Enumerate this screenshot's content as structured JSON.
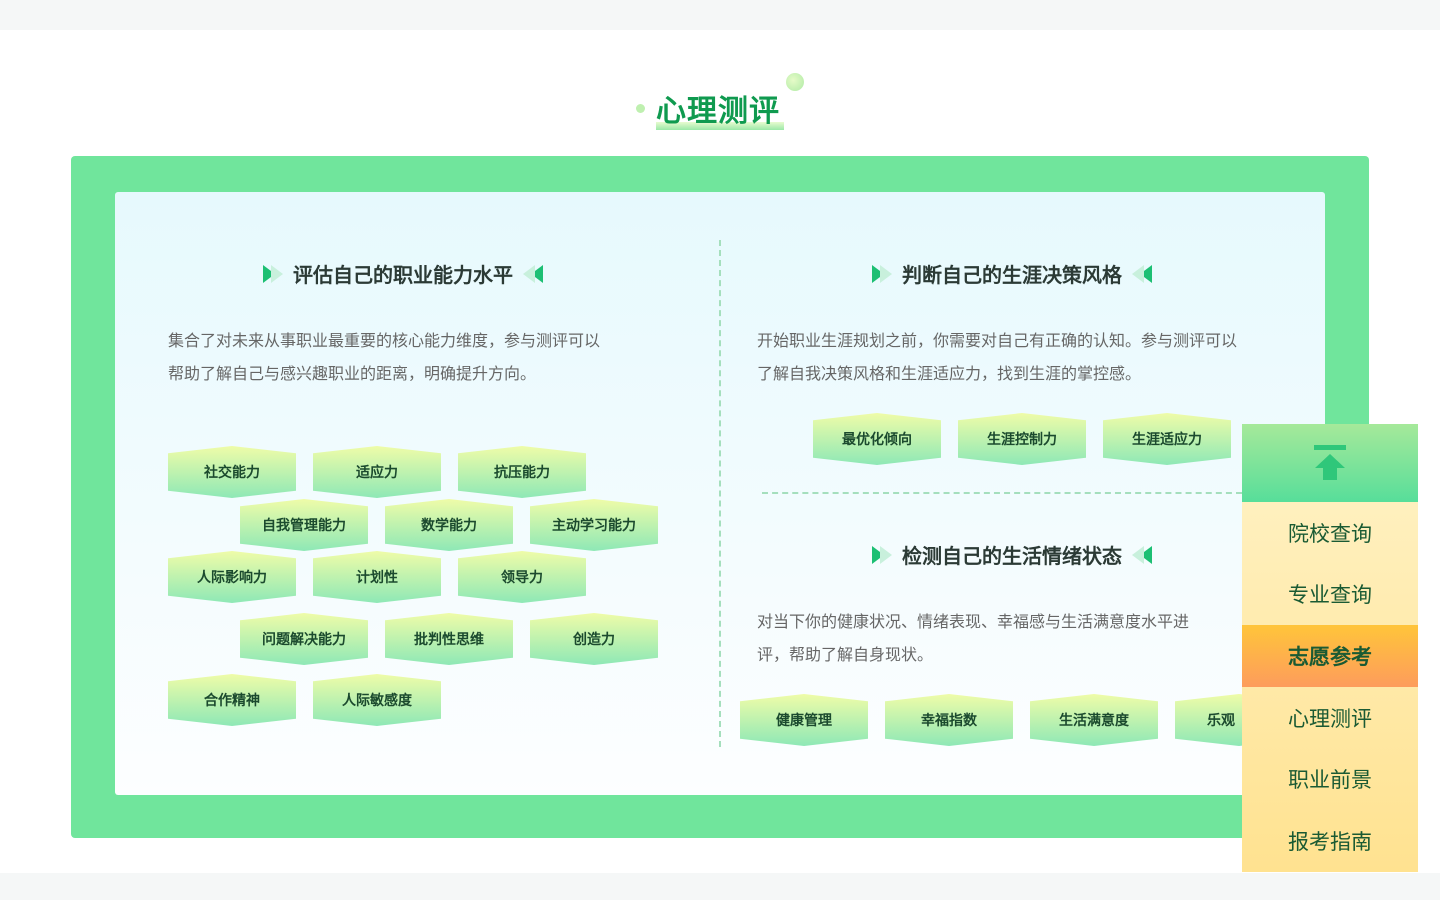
{
  "section_title": "心理测评",
  "left": {
    "heading": "评估自己的职业能力水平",
    "desc_lines": [
      "集合了对未来从事职业最重要的核心能力维度，参与测评可以",
      "帮助了解自己与感兴趣职业的距离，明确提升方向。"
    ],
    "tags": [
      "社交能力",
      "适应力",
      "抗压能力",
      "自我管理能力",
      "数学能力",
      "主动学习能力",
      "人际影响力",
      "计划性",
      "领导力",
      "问题解决能力",
      "批判性思维",
      "创造力",
      "合作精神",
      "人际敏感度"
    ]
  },
  "right_top": {
    "heading": "判断自己的生涯决策风格",
    "desc_lines": [
      "开始职业生涯规划之前，你需要对自己有正确的认知。参与测评可以",
      "了解自我决策风格和生涯适应力，找到生涯的掌控感。"
    ],
    "tags": [
      "最优化倾向",
      "生涯控制力",
      "生涯适应力"
    ]
  },
  "right_bottom": {
    "heading": "检测自己的生活情绪状态",
    "desc_lines": [
      "对当下你的健康状况、情绪表现、幸福感与生活满意度水平进",
      "评，帮助了解自身现状。"
    ],
    "tags": [
      "健康管理",
      "幸福指数",
      "生活满意度",
      "乐观"
    ]
  },
  "sidebar": {
    "top_icon": "back-to-top-icon",
    "items": [
      {
        "label": "院校查询"
      },
      {
        "label": "专业查询"
      },
      {
        "label": "志愿参考",
        "active": true
      },
      {
        "label": "心理测评"
      },
      {
        "label": "职业前景"
      },
      {
        "label": "报考指南"
      }
    ]
  },
  "colors": {
    "frame": "#70e59c",
    "accent": "#0f9a4f",
    "active": "#ffc53a"
  }
}
